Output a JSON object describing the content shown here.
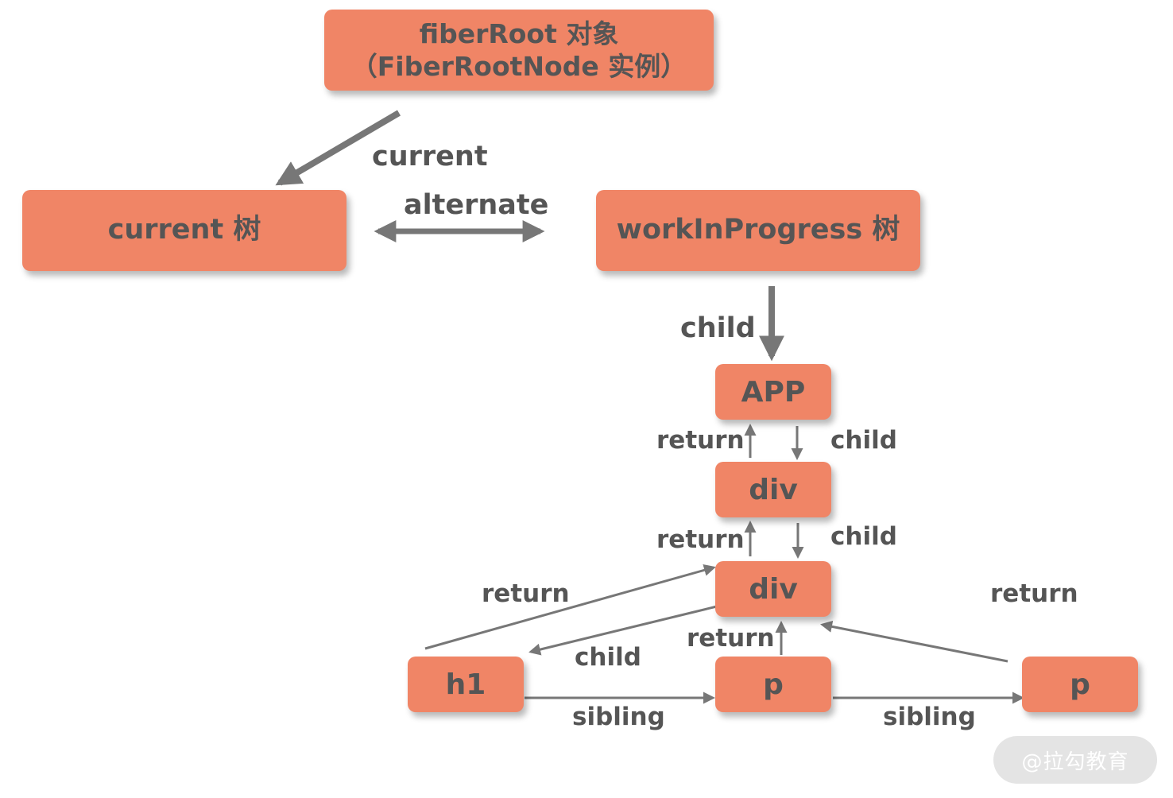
{
  "nodes": {
    "fiber_root_line1": "fiberRoot 对象",
    "fiber_root_line2": "（FiberRootNode 实例）",
    "current_tree": "current 树",
    "wip_tree": "workInProgress 树",
    "app": "APP",
    "div1": "div",
    "div2": "div",
    "h1": "h1",
    "p1": "p",
    "p2": "p"
  },
  "edge_labels": {
    "current": "current",
    "alternate": "alternate",
    "child_wip": "child",
    "return_app_div": "return",
    "child_app_div": "child",
    "return_div_div": "return",
    "child_div_div": "child",
    "return_h1": "return",
    "child_h1": "child",
    "return_p1": "return",
    "return_p2": "return",
    "sibling_h1_p": "sibling",
    "sibling_p_p": "sibling"
  },
  "watermark": "@拉勾教育",
  "colors": {
    "node_fill": "#f08566",
    "text": "#555555",
    "arrow": "#777777"
  }
}
